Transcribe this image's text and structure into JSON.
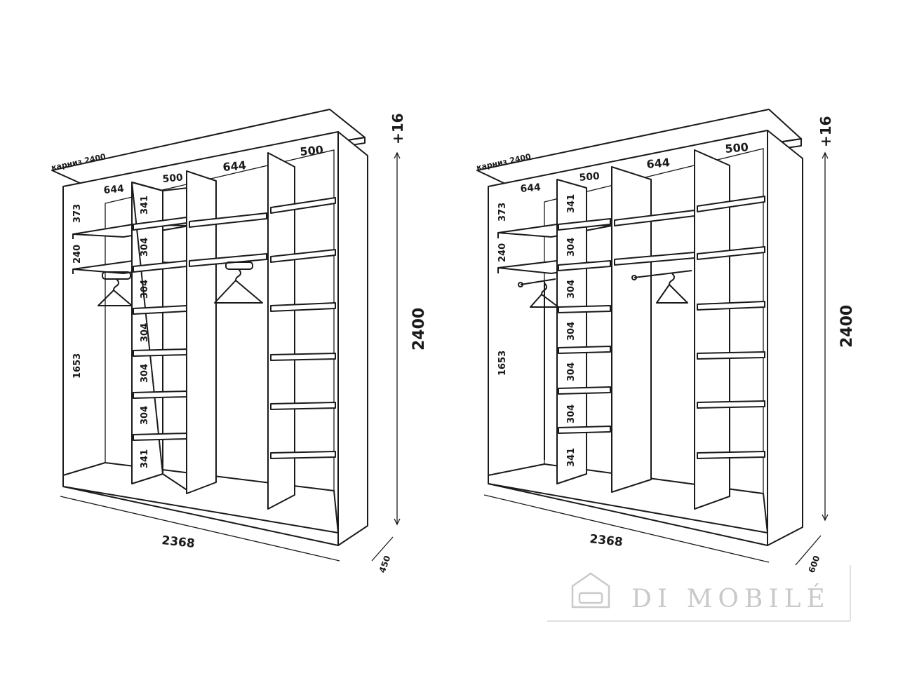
{
  "left_wardrobe": {
    "cornice_label": "карниз 2400",
    "height_label": "2400",
    "top_add_label": "+16",
    "width_label": "2368",
    "depth_label": "450",
    "widths": [
      "644",
      "500",
      "644",
      "500"
    ],
    "left_col": [
      "373",
      "240",
      "1653"
    ],
    "mid_col": [
      "341",
      "304",
      "304",
      "304",
      "304",
      "304",
      "341"
    ]
  },
  "right_wardrobe": {
    "cornice_label": "карниз 2400",
    "height_label": "2400",
    "top_add_label": "+16",
    "width_label": "2368",
    "depth_label": "600",
    "widths": [
      "644",
      "500",
      "644",
      "500"
    ],
    "left_col": [
      "373",
      "240",
      "1653"
    ],
    "mid_col": [
      "341",
      "304",
      "304",
      "304",
      "304",
      "304",
      "341"
    ]
  },
  "watermark": {
    "brand": "DI MOBILÉ",
    "icon": "sofa-icon"
  },
  "colors": {
    "ink": "#1a1a1a",
    "watermark": "#c9c9c9"
  }
}
